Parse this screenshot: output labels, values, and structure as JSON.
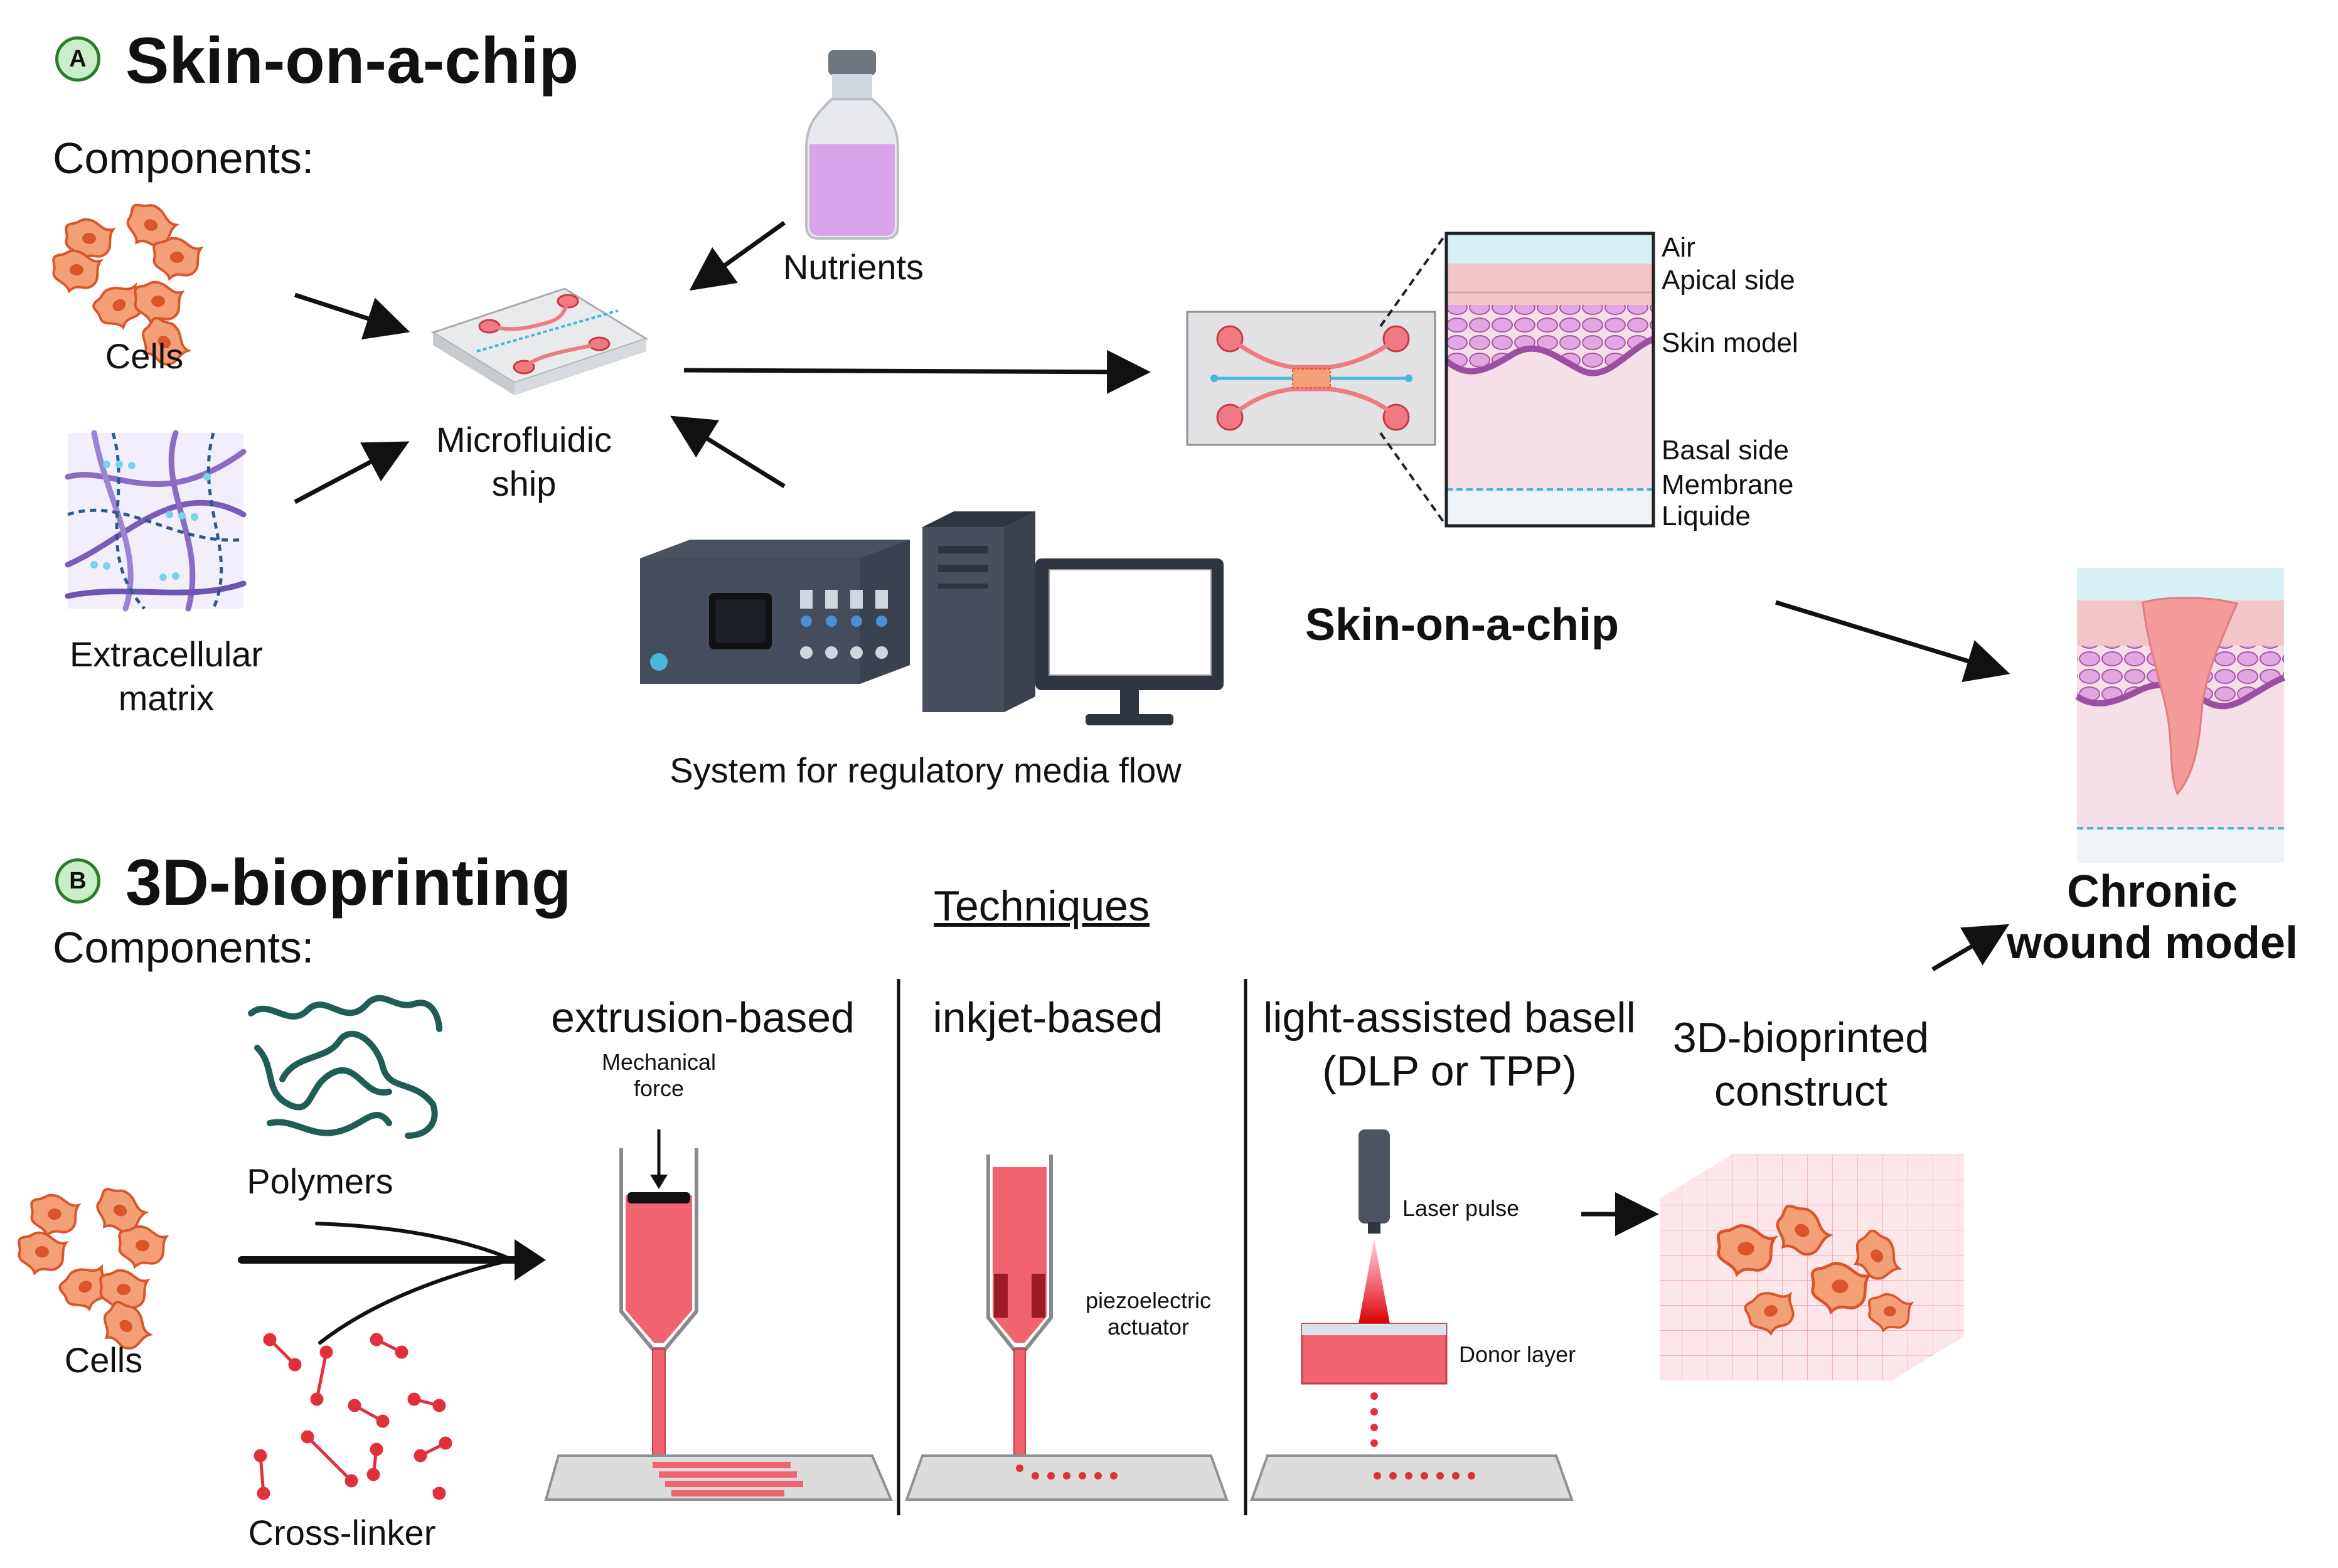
{
  "section_a": {
    "badge": "A",
    "title": "Skin-on-a-chip",
    "components_label": "Components:",
    "cells_label": "Cells",
    "ecm_label_line1": "Extracellular",
    "ecm_label_line2": "matrix",
    "nutrients_label": "Nutrients",
    "chip_label_line1": "Microfluidic",
    "chip_label_line2": "ship",
    "flow_system_label": "System for regulatory media flow",
    "result_label": "Skin-on-a-chip",
    "layers": {
      "air": "Air",
      "apical": "Apical side",
      "skin_model": "Skin model",
      "basal": "Basal side",
      "membrane": "Membrane",
      "liquide": "Liquide"
    }
  },
  "section_b": {
    "badge": "B",
    "title": "3D-bioprinting",
    "components_label": "Components:",
    "polymers_label": "Polymers",
    "cells_label": "Cells",
    "crosslinker_label": "Cross-linker",
    "techniques_heading": "Techniques",
    "technique_extrusion": "extrusion-based",
    "mechanical_force_line1": "Mechanical",
    "mechanical_force_line2": "force",
    "technique_inkjet": "inkjet-based",
    "piezo_line1": "piezoelectric",
    "piezo_line2": "actuator",
    "technique_light_line1": "light-assisted basell",
    "technique_light_line2": "(DLP or TPP)",
    "laser_pulse": "Laser pulse",
    "donor_layer": "Donor layer",
    "construct_line1": "3D-bioprinted",
    "construct_line2": "construct"
  },
  "outcome": {
    "line1": "Chronic",
    "line2": "wound model"
  },
  "colors": {
    "cell": "#f08a5d",
    "cell_dark": "#d9562a",
    "bioink": "#f05a6a",
    "polymer": "#1f5e57",
    "crosslinker": "#e0303c",
    "chip_glass": "#e6e6e6",
    "skin_pink": "#f4c6d3",
    "epidermis": "#c77bc4",
    "air_layer": "#d9f1f5",
    "badge_fill": "#c9efc8",
    "badge_stroke": "#2a7d2a"
  }
}
